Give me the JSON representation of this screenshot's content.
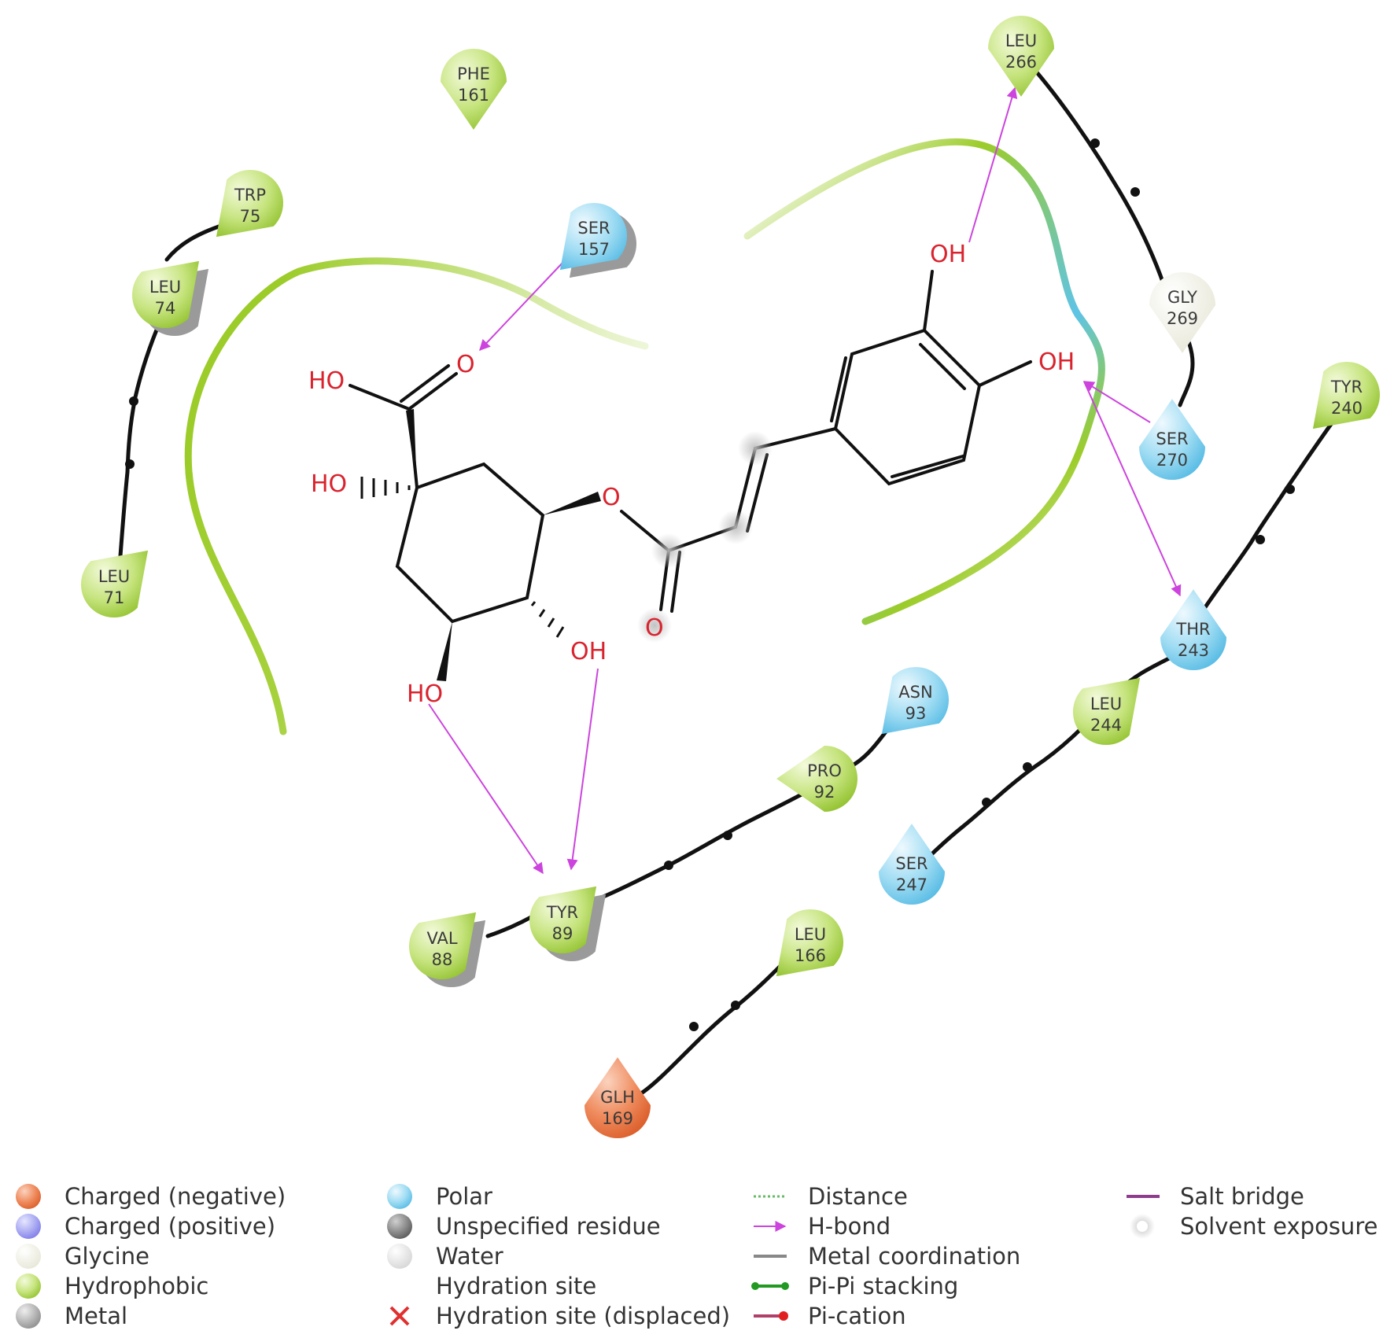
{
  "colors": {
    "hydrophobic": "#a6d13a",
    "polar": "#66c6ea",
    "glycine": "#f1f1e4",
    "charged_negative": "#e46a35",
    "charged_positive": "#8888ee",
    "metal": "#a0a0a0",
    "unspecified": "#777777",
    "water": "#dddddd",
    "hbond": "#cc44dd",
    "atom": "#d9232e",
    "backbone": "#111111",
    "pocket": "#9ccc2a"
  },
  "residues": [
    {
      "name": "PHE",
      "num": "161",
      "type": "hydrophobic",
      "solvent": false
    },
    {
      "name": "LEU",
      "num": "266",
      "type": "hydrophobic",
      "solvent": false
    },
    {
      "name": "TRP",
      "num": "75",
      "type": "hydrophobic",
      "solvent": false
    },
    {
      "name": "SER",
      "num": "157",
      "type": "polar",
      "solvent": true
    },
    {
      "name": "LEU",
      "num": "74",
      "type": "hydrophobic",
      "solvent": true
    },
    {
      "name": "GLY",
      "num": "269",
      "type": "glycine",
      "solvent": false
    },
    {
      "name": "TYR",
      "num": "240",
      "type": "hydrophobic",
      "solvent": false
    },
    {
      "name": "SER",
      "num": "270",
      "type": "polar",
      "solvent": false
    },
    {
      "name": "LEU",
      "num": "71",
      "type": "hydrophobic",
      "solvent": false
    },
    {
      "name": "THR",
      "num": "243",
      "type": "polar",
      "solvent": false
    },
    {
      "name": "ASN",
      "num": "93",
      "type": "polar",
      "solvent": false
    },
    {
      "name": "LEU",
      "num": "244",
      "type": "hydrophobic",
      "solvent": false
    },
    {
      "name": "PRO",
      "num": "92",
      "type": "hydrophobic",
      "solvent": false
    },
    {
      "name": "SER",
      "num": "247",
      "type": "polar",
      "solvent": false
    },
    {
      "name": "TYR",
      "num": "89",
      "type": "hydrophobic",
      "solvent": true
    },
    {
      "name": "VAL",
      "num": "88",
      "type": "hydrophobic",
      "solvent": true
    },
    {
      "name": "LEU",
      "num": "166",
      "type": "hydrophobic",
      "solvent": false
    },
    {
      "name": "GLH",
      "num": "169",
      "type": "charged_negative",
      "solvent": false
    }
  ],
  "ligand_atoms": {
    "oh_top": "OH",
    "oh_right": "OH",
    "o_carbonyl_acid": "O",
    "ho_acid": "HO",
    "ho_quat": "HO",
    "o_ester": "O",
    "o_carbonyl_ester": "O",
    "oh_ring": "OH",
    "ho_ring": "HO"
  },
  "legend": {
    "col1": [
      "Charged (negative)",
      "Charged (positive)",
      "Glycine",
      "Hydrophobic",
      "Metal"
    ],
    "col2": [
      "Polar",
      "Unspecified residue",
      "Water",
      "Hydration site",
      "Hydration site (displaced)"
    ],
    "col3": [
      "Distance",
      "H-bond",
      "Metal coordination",
      "Pi-Pi stacking",
      "Pi-cation"
    ],
    "col4": [
      "Salt bridge",
      "Solvent exposure"
    ]
  }
}
